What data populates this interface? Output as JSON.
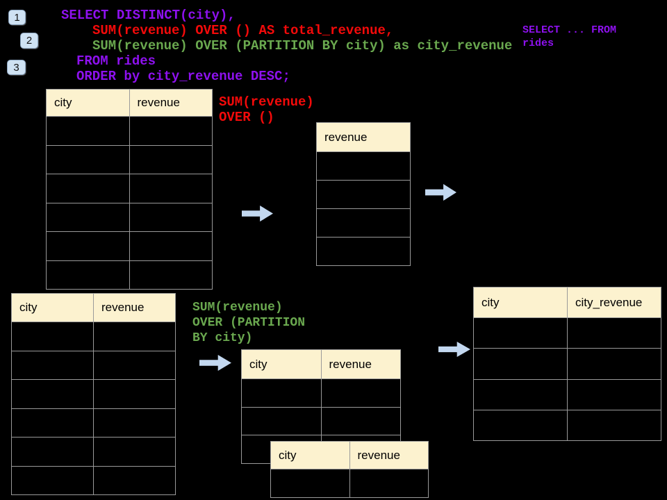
{
  "colors": {
    "keyword_purple": "#8E11EF",
    "total_red": "#F30A0A",
    "partition_green": "#6AA84F",
    "table_header_bg": "#FCF2CF",
    "table_border": "#9A9A9A",
    "arrow_blue": "#C3D8F0",
    "badge_bg": "#CFE2F3",
    "badge_border": "#8CA5C0"
  },
  "steps": [
    {
      "label": "1"
    },
    {
      "label": "2"
    },
    {
      "label": "3"
    }
  ],
  "sql": {
    "line1": "SELECT DISTINCT(city),",
    "line2": "SUM(revenue) OVER () AS total_revenue,",
    "line3": "SUM(revenue) OVER (PARTITION BY city) as city_revenue",
    "line4": "FROM rides",
    "line5": "ORDER by city_revenue DESC;"
  },
  "side_note": {
    "line1": "SELECT ... FROM",
    "line2": "rides"
  },
  "annotations": {
    "total": {
      "line1": "SUM(revenue)",
      "line2": "OVER ()"
    },
    "partition": {
      "line1": "SUM(revenue)",
      "line2": "OVER (PARTITION",
      "line3": "BY city)"
    }
  },
  "tables": {
    "source_top": {
      "columns": [
        "city",
        "revenue"
      ],
      "body_rows": 6
    },
    "total_result": {
      "columns": [
        "revenue"
      ],
      "body_rows": 4
    },
    "source_bottom": {
      "columns": [
        "city",
        "revenue"
      ],
      "body_rows": 6
    },
    "partition_mid": {
      "columns": [
        "city",
        "revenue"
      ],
      "body_rows": 3
    },
    "partition_overlay": {
      "columns": [
        "city",
        "revenue"
      ],
      "body_rows": 1
    },
    "city_revenue_result": {
      "columns": [
        "city",
        "city_revenue"
      ],
      "body_rows": 4
    }
  }
}
